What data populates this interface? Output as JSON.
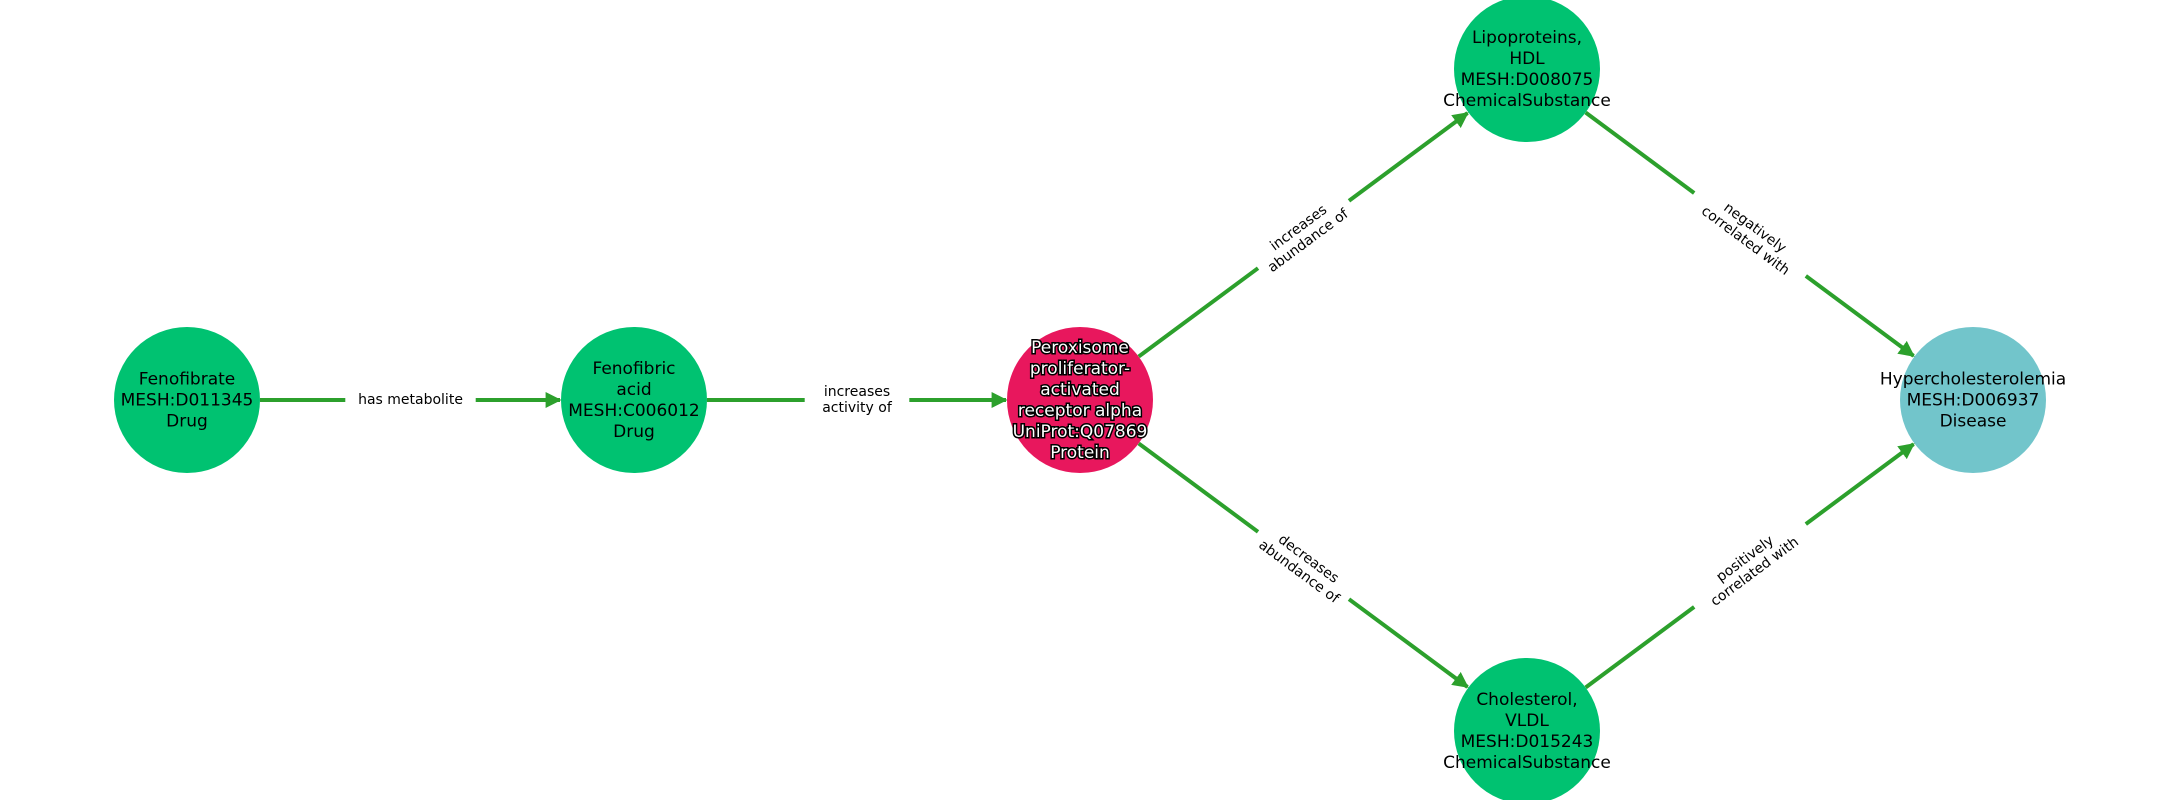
{
  "colors": {
    "drug": "#00c271",
    "chemical": "#00c271",
    "protein": "#e8175d",
    "disease": "#72c5cb",
    "edge": "#2ca02c"
  },
  "nodes": [
    {
      "id": "fenofibrate",
      "lines": [
        "Fenofibrate",
        "MESH:D011345",
        "Drug"
      ],
      "type": "drug"
    },
    {
      "id": "fenofibric",
      "lines": [
        "Fenofibric",
        "acid",
        "MESH:C006012",
        "Drug"
      ],
      "type": "drug"
    },
    {
      "id": "ppara",
      "lines": [
        "Peroxisome",
        "proliferator-",
        "activated",
        "receptor alpha",
        "UniProt:Q07869",
        "Protein"
      ],
      "type": "protein"
    },
    {
      "id": "hdl",
      "lines": [
        "Lipoproteins,",
        "HDL",
        "MESH:D008075",
        "ChemicalSubstance"
      ],
      "type": "chemical"
    },
    {
      "id": "vldl",
      "lines": [
        "Cholesterol,",
        "VLDL",
        "MESH:D015243",
        "ChemicalSubstance"
      ],
      "type": "chemical"
    },
    {
      "id": "hyper",
      "lines": [
        "Hypercholesterolemia",
        "MESH:D006937",
        "Disease"
      ],
      "type": "disease"
    }
  ],
  "edges": [
    {
      "source": "fenofibrate",
      "target": "fenofibric",
      "label": [
        "has metabolite"
      ]
    },
    {
      "source": "fenofibric",
      "target": "ppara",
      "label": [
        "increases",
        "activity of"
      ]
    },
    {
      "source": "ppara",
      "target": "hdl",
      "label": [
        "increases",
        "abundance of"
      ]
    },
    {
      "source": "ppara",
      "target": "vldl",
      "label": [
        "decreases",
        "abundance of"
      ]
    },
    {
      "source": "hdl",
      "target": "hyper",
      "label": [
        "negatively",
        "correlated with"
      ]
    },
    {
      "source": "vldl",
      "target": "hyper",
      "label": [
        "positively",
        "correlated with"
      ]
    }
  ]
}
